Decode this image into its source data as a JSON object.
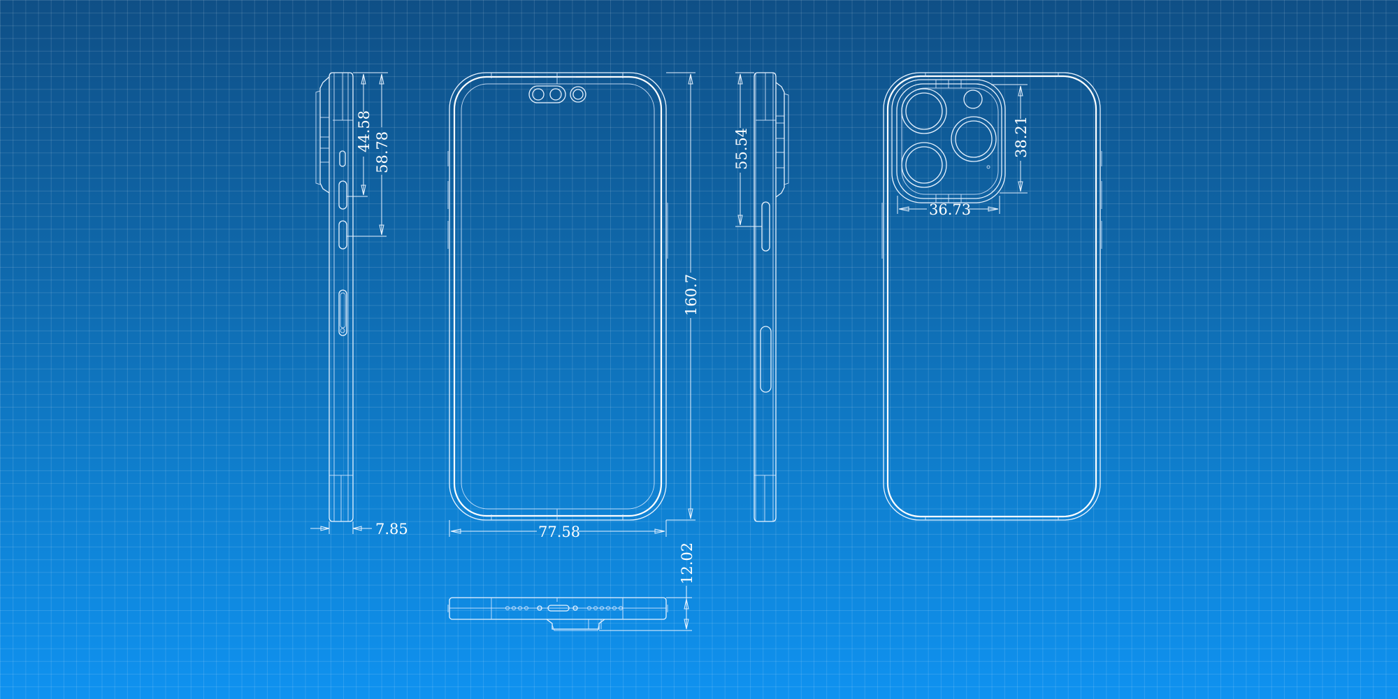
{
  "drawing": {
    "subject": "smartphone technical blueprint",
    "colors": {
      "background_top": "#0f4f86",
      "background_bottom": "#0f92f0",
      "line": "#e8f3ff",
      "text": "#ffffff"
    },
    "views": [
      {
        "name": "left-side-view"
      },
      {
        "name": "front-view"
      },
      {
        "name": "right-side-view"
      },
      {
        "name": "back-view"
      },
      {
        "name": "bottom-view"
      }
    ]
  },
  "dimensions": {
    "left_side": {
      "camera_to_button_top": "44.58",
      "camera_to_button_bottom": "58.78",
      "thickness": "7.85"
    },
    "front": {
      "height": "160.7",
      "width": "77.58"
    },
    "right_side": {
      "top_to_side_button": "55.54"
    },
    "back": {
      "camera_module_height": "38.21",
      "camera_module_width": "36.73"
    },
    "bottom": {
      "thickness_with_camera": "12.02"
    }
  }
}
